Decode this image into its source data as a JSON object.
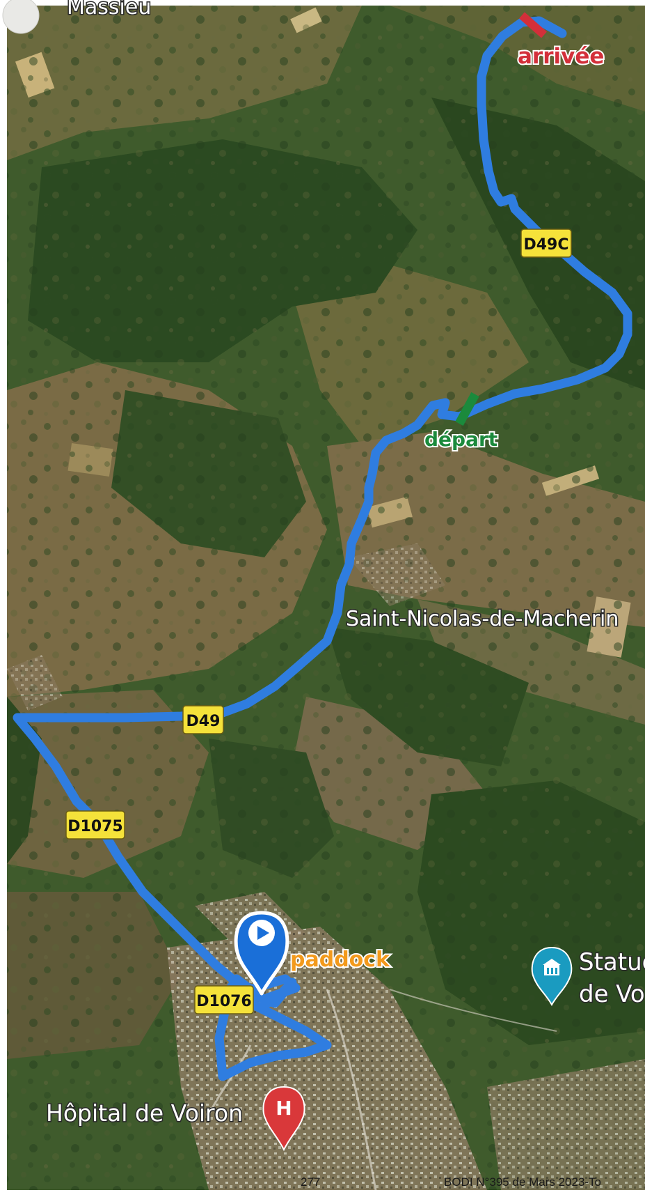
{
  "map": {
    "places": {
      "massieu": "Massieu",
      "saint_nicolas": "Saint-Nicolas-de-Macherin",
      "hopital": "Hôpital de Voiron",
      "statue_line1": "Statue",
      "statue_line2": "de Vo"
    },
    "route_markers": {
      "arrivee": "arrivée",
      "depart": "départ",
      "paddock": "paddock"
    },
    "roads": {
      "d49c": "D49C",
      "d49": "D49",
      "d1075": "D1075",
      "d1076": "D1076"
    },
    "icons": {
      "paddock_pin": "play-location-pin-icon",
      "hospital": "hospital-pin-icon",
      "museum": "museum-pin-icon",
      "arrivee_flag": "finish-line-icon",
      "depart_flag": "start-line-icon",
      "round_button": "circle-button-icon"
    },
    "hospital_letter": "H"
  },
  "footer": {
    "page_number": "277",
    "bulletin": "BODI N°395 de Mars 2023-To"
  },
  "colors": {
    "route": "#2f7de0",
    "arrivee": "#d32f3a",
    "depart": "#1b8a3c",
    "paddock": "#f39a1c",
    "road_label": "#f5e23a",
    "pin_blue": "#1a6fd8",
    "hospital": "#d9383a",
    "museum": "#1a9bc0"
  }
}
